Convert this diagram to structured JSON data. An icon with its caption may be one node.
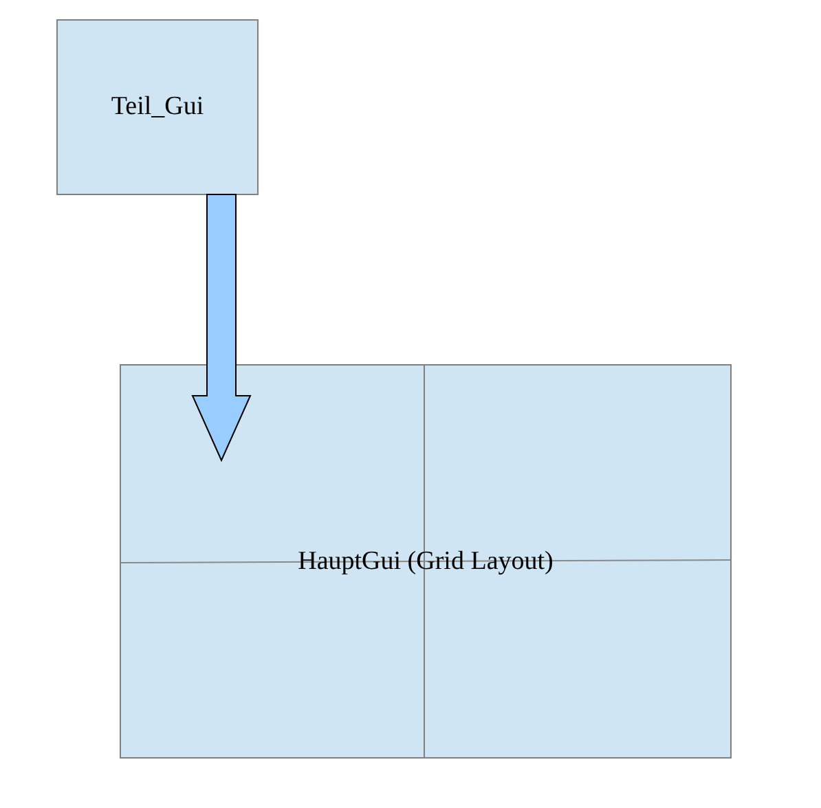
{
  "diagram": {
    "nodes": [
      {
        "text": [
          "Teil_Gui"
        ]
      },
      {
        "text": [
          "HauptGui (Grid Layout)"
        ]
      }
    ],
    "edges": [
      {
        "from": 0,
        "to": 1,
        "arrow": "to",
        "style": "thick",
        "color": "#99ccff"
      }
    ]
  }
}
